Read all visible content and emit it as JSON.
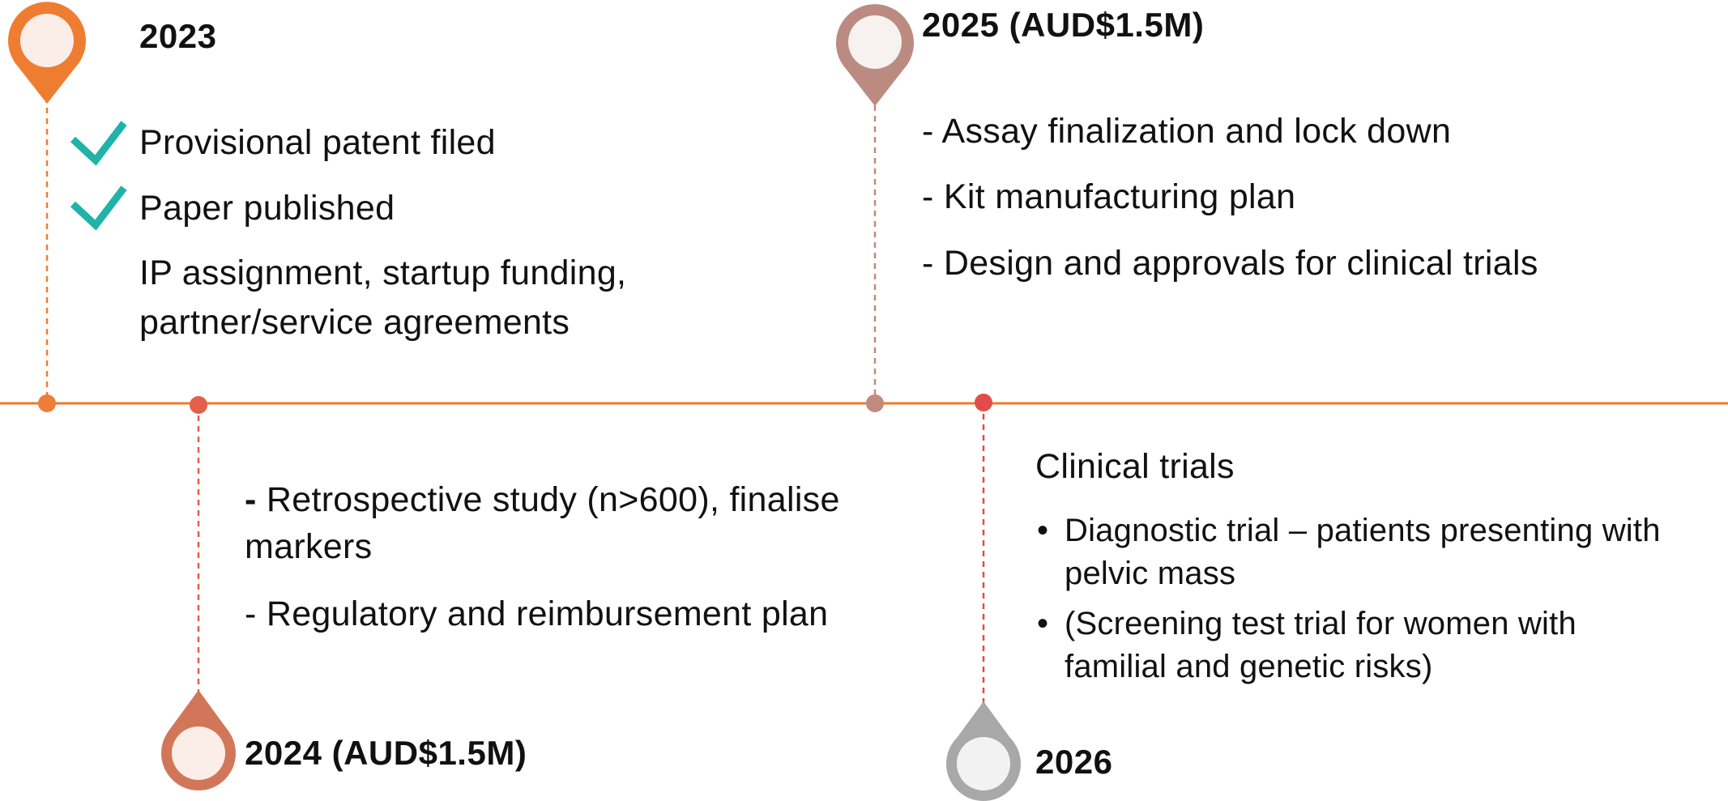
{
  "timeline": {
    "line_color": "#e87b2f",
    "milestones": [
      {
        "id": "2023",
        "label": "2023",
        "pin_color": "#ef7d31",
        "dot_color": "#ee7d3a",
        "checked_items": [
          "Provisional patent filed",
          "Paper published"
        ],
        "notes": [
          "IP assignment, startup funding,",
          "partner/service agreements"
        ]
      },
      {
        "id": "2024",
        "label": "2024  (AUD$1.5M)",
        "pin_color": "#d2765a",
        "dot_color": "#e5604a",
        "items": [
          "Retrospective study (n>600), finalise",
          "markers",
          "- Regulatory and reimbursement plan"
        ],
        "item_dash": "-"
      },
      {
        "id": "2025",
        "label": "2025 (AUD$1.5M)",
        "pin_color": "#bb8b82",
        "dot_color": "#c08a7c",
        "items": [
          "- Assay finalization and lock down",
          "- Kit manufacturing plan",
          "- Design and approvals for clinical trials"
        ]
      },
      {
        "id": "2026",
        "label": "2026",
        "pin_color": "#a8a8a8",
        "dot_color": "#e24c4c",
        "heading": "Clinical trials",
        "bullets": [
          [
            "Diagnostic trial – patients presenting with",
            "pelvic mass"
          ],
          [
            "(Screening test trial for women with",
            "familial and genetic risks)"
          ]
        ]
      }
    ],
    "check_color": "#1fb3a9",
    "icons": {
      "pin": "map-pin-icon",
      "check": "checkmark-icon"
    }
  }
}
